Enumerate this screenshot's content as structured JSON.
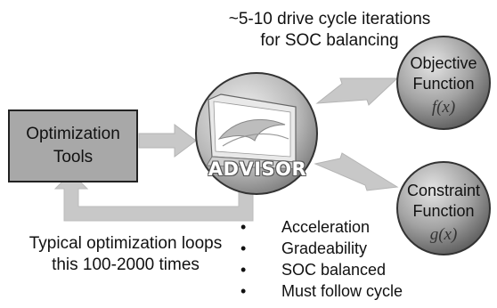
{
  "top_note": {
    "line1": "~5-10 drive cycle iterations",
    "line2": "for SOC balancing"
  },
  "optimization_tools": {
    "line1": "Optimization",
    "line2": "Tools"
  },
  "advisor": {
    "label": "ADVISOR"
  },
  "objective": {
    "line1": "Objective",
    "line2": "Function",
    "formula": "f(x)"
  },
  "constraint": {
    "line1": "Constraint",
    "line2": "Function",
    "formula": "g(x)"
  },
  "loop_note": {
    "line1": "Typical optimization loops",
    "line2": "this 100-2000 times"
  },
  "constraints_list": [
    "Acceleration",
    "Gradeability",
    "SOC balanced",
    "Must follow cycle"
  ],
  "colors": {
    "box_fill": "#a8a8a8",
    "arrow_fill": "#c8c8c8",
    "circle_fill": "#9a9a9a"
  }
}
